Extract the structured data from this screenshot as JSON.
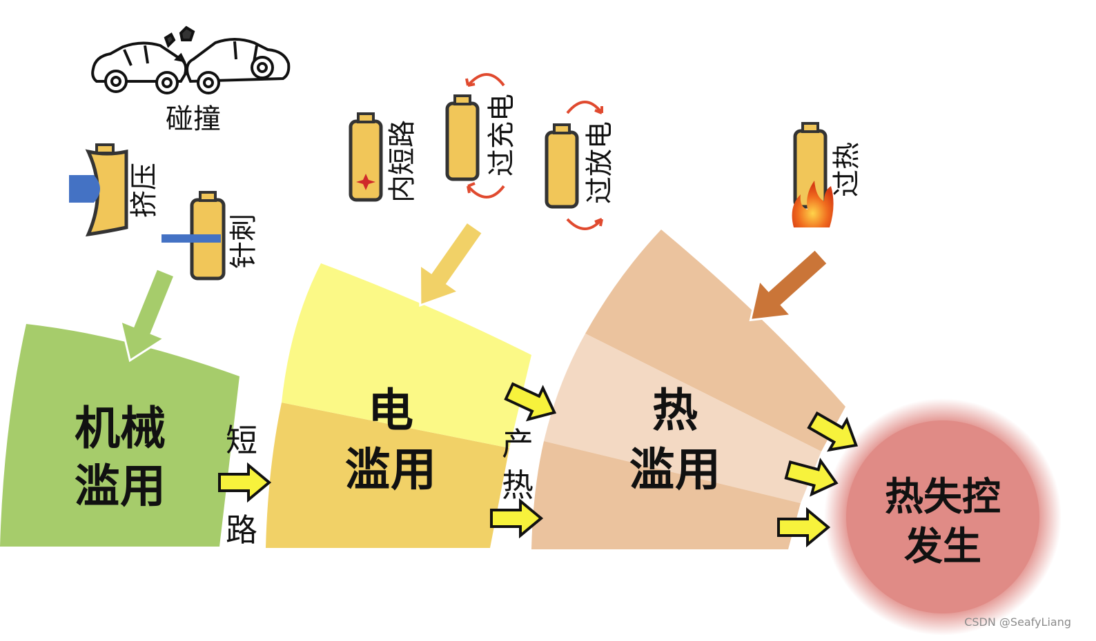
{
  "labels": {
    "collision": "碰撞",
    "crush": "挤压",
    "nail": "针刺",
    "internal_short": "内短路",
    "overcharge": "过充电",
    "overdischarge": "过放电",
    "overheat": "过热",
    "mechanical_line1": "机械",
    "mechanical_line2": "滥用",
    "electrical_line1": "电",
    "electrical_line2": "滥用",
    "thermal_line1": "热",
    "thermal_line2": "滥用",
    "short_circuit_1": "短",
    "short_circuit_2": "路",
    "heat_gen_1": "产",
    "heat_gen_2": "热",
    "runaway_line1": "热失控",
    "runaway_line2": "发生"
  },
  "watermark": "CSDN @SeafyLiang",
  "colors": {
    "mechanical": "#a6cc6b",
    "electrical_light": "#fbf986",
    "electrical_dark": "#f1d167",
    "thermal_dark": "#ebc39e",
    "thermal_light": "#f3d9c3",
    "runaway": "#e08b86",
    "battery_fill": "#f1c659",
    "battery_stroke": "#333333",
    "yellow_arrow": "#f7f23c",
    "green_arrow": "#a6cc6b",
    "orange_arrow": "#ca7538",
    "curved_arrow": "#e04a2f",
    "blue_tool": "#4472c4"
  }
}
